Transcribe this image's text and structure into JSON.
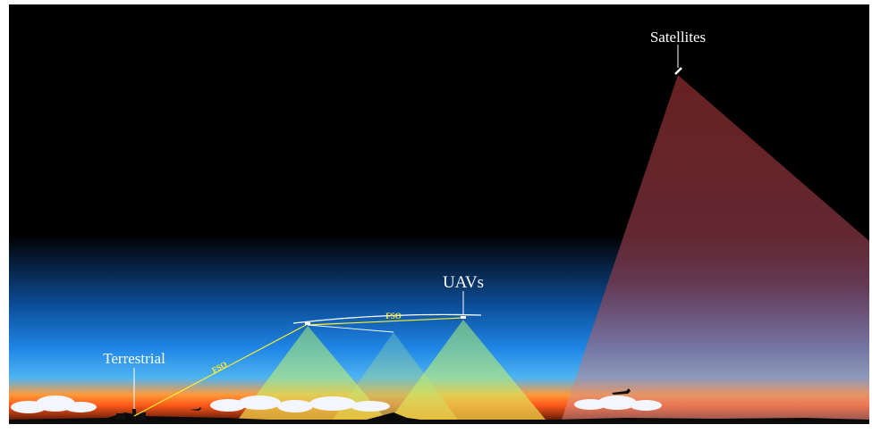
{
  "labels": {
    "satellites": "Satellites",
    "uavs": "UAVs",
    "terrestrial": "Terrestrial",
    "fso_ground": "FSO",
    "fso_air": "FSO"
  },
  "colors": {
    "sky_top": "#000000",
    "sky_blue": "#1f7fe0",
    "horizon_orange": "#ff7a1a",
    "satellite_beam": "#8a2c2c",
    "uav_beam": "#9be07a",
    "fso_link": "#ffee33",
    "ground": "#0a0a0a"
  },
  "icons": [
    "satellite-icon",
    "uav-icon",
    "airplane-icon",
    "tower-icon"
  ]
}
